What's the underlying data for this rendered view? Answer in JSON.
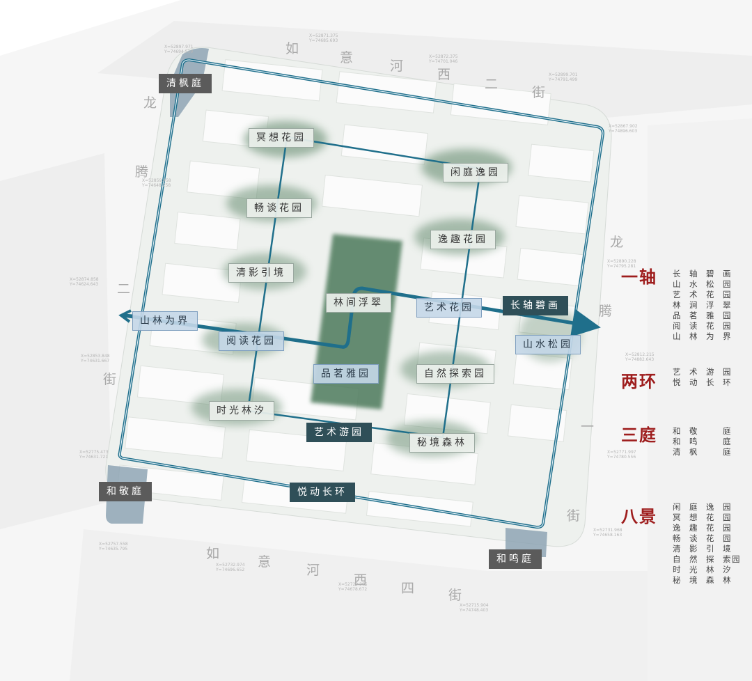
{
  "streets": {
    "north": [
      "如",
      "意",
      "河",
      "西",
      "二",
      "街"
    ],
    "south": [
      "如",
      "意",
      "河",
      "西",
      "四",
      "街"
    ],
    "west": [
      "龙",
      "腾",
      "二",
      "街"
    ],
    "east": [
      "龙",
      "腾",
      "一",
      "街"
    ]
  },
  "coordinates": [
    "X=52897.971\nY=74694.519",
    "X=52871.375\nY=74685.693",
    "X=52872.375\nY=74701.046",
    "X=52899.701\nY=74791.499",
    "X=52867.902\nY=74896.603",
    "X=52859.458\nY=74648.258",
    "X=52874.858\nY=74624.643",
    "X=52890.228\nY=74795.281",
    "X=52853.848\nY=74631.667",
    "X=52812.215\nY=74882.643",
    "X=52775.473\nY=74631.721",
    "X=52771.997\nY=74780.556",
    "X=52757.558\nY=74635.795",
    "X=52731.968\nY=74658.163",
    "X=52732.974\nY=74696.652",
    "X=52729.295\nY=74678.672",
    "X=52715.904\nY=74748.403"
  ],
  "gardens": {
    "mingxiang": "冥想花园",
    "xianting": "闲庭逸园",
    "changtan": "畅谈花园",
    "yiqu": "逸趣花园",
    "qingying": "清影引境",
    "linjian": "林间浮翠",
    "yishu_garden": "艺术花园",
    "yuedu": "阅读花园",
    "pinming": "品茗雅园",
    "ziran": "自然探索园",
    "shiguang": "时光林汐",
    "mijing": "秘境森林",
    "shanlin": "山林为界",
    "shanshui": "山水松园"
  },
  "route_labels": {
    "axis": "长轴碧画",
    "art_loop": "艺术游园",
    "joy_loop": "悦动长环"
  },
  "courts": {
    "qingfeng": "清枫庭",
    "hejing": "和敬庭",
    "heming": "和鸣庭"
  },
  "legend": {
    "one_axis": {
      "title": "一轴",
      "rows": [
        [
          "长",
          "轴",
          "碧",
          "画"
        ],
        [
          "山",
          "水",
          "松",
          "园"
        ],
        [
          "艺",
          "术",
          "花",
          "园"
        ],
        [
          "林",
          "涧",
          "浮",
          "翠"
        ],
        [
          "品",
          "茗",
          "雅",
          "园"
        ],
        [
          "阅",
          "读",
          "花",
          "园"
        ],
        [
          "山",
          "林",
          "为",
          "界"
        ]
      ]
    },
    "two_loops": {
      "title": "两环",
      "rows": [
        [
          "艺",
          "术",
          "游",
          "园"
        ],
        [
          "悦",
          "动",
          "长",
          "环"
        ]
      ]
    },
    "three_courts": {
      "title": "三庭",
      "rows": [
        [
          "和",
          "敬",
          "",
          "庭"
        ],
        [
          "和",
          "鸣",
          "",
          "庭"
        ],
        [
          "清",
          "枫",
          "",
          "庭"
        ]
      ]
    },
    "eight_scenes": {
      "title": "八景",
      "rows": [
        [
          "闲",
          "庭",
          "逸",
          "园"
        ],
        [
          "冥",
          "想",
          "花",
          "园"
        ],
        [
          "逸",
          "趣",
          "花",
          "园"
        ],
        [
          "畅",
          "谈",
          "花",
          "园"
        ],
        [
          "清",
          "影",
          "引",
          "境"
        ],
        [
          "自",
          "然",
          "探",
          "索",
          "园"
        ],
        [
          "时",
          "光",
          "林",
          "汐"
        ],
        [
          "秘",
          "境",
          "森",
          "林"
        ]
      ]
    }
  },
  "colors": {
    "route": "#1f6f8b",
    "legend_title": "#9e1d1d",
    "greenery": "#3f6b4f"
  }
}
